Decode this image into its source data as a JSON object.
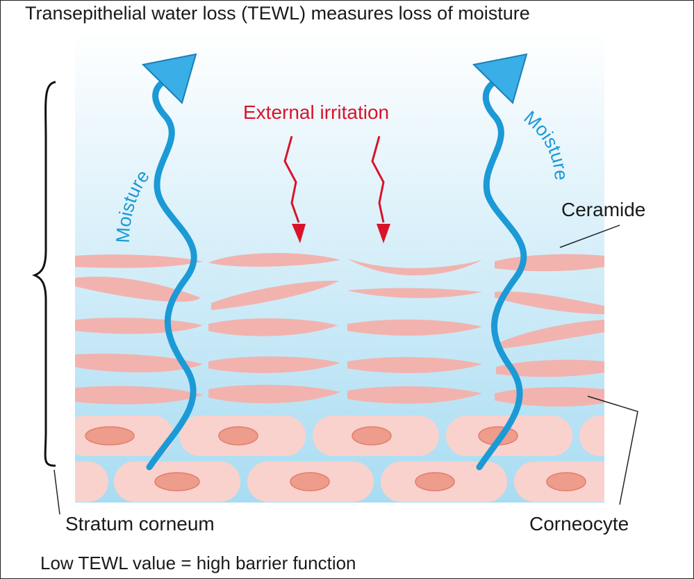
{
  "title": "Transepithelial water loss (TEWL) measures loss of moisture",
  "footer": "Low TEWL value = high barrier function",
  "labels": {
    "external_irritation": "External irritation",
    "moisture_left": "Moisture",
    "moisture_right": "Moisture",
    "ceramide": "Ceramide",
    "stratum_corneum": "Stratum corneum",
    "corneocyte": "Corneocyte"
  },
  "colors": {
    "moisture": "#1b9ad6",
    "irritation": "#d9132a",
    "ceramide": "#f2b3ae",
    "cell": "#f9d2cd",
    "nucleus": "#ee9c8c",
    "background_top": "#ffffff",
    "background_bottom": "#a8dcf2"
  }
}
